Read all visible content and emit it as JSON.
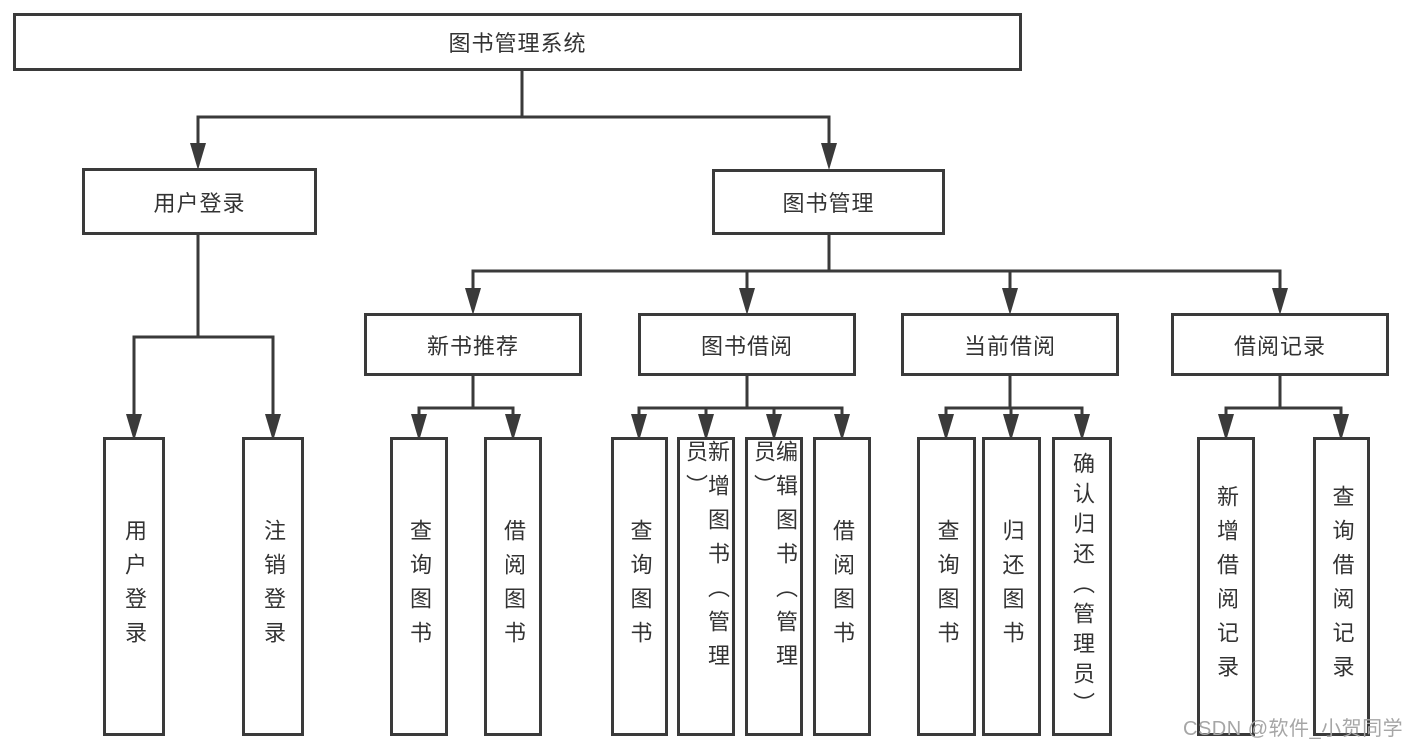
{
  "watermark": "CSDN @软件_小贺同学",
  "colors": {
    "line": "#3a3a3a",
    "box_border": "#3a3a3a",
    "box_background": "#ffffff",
    "text": "#333333",
    "watermark": "#a6a6a6",
    "background": "#ffffff"
  },
  "tree": {
    "root": "图书管理系统",
    "user_login": {
      "label": "用户登录",
      "children": [
        "用户登录",
        "注销登录"
      ]
    },
    "book_management": {
      "label": "图书管理",
      "sections": {
        "new_book_recommend": {
          "label": "新书推荐",
          "children": [
            "查询图书",
            "借阅图书"
          ]
        },
        "book_borrow": {
          "label": "图书借阅",
          "children": [
            "查询图书",
            "新增图书（管理员）",
            "编辑图书（管理员）",
            "借阅图书"
          ]
        },
        "current_borrow": {
          "label": "当前借阅",
          "children": [
            "查询图书",
            "归还图书",
            "确认归还（管理员）"
          ]
        },
        "borrow_records": {
          "label": "借阅记录",
          "children": [
            "新增借阅记录",
            "查询借阅记录"
          ]
        }
      }
    }
  }
}
